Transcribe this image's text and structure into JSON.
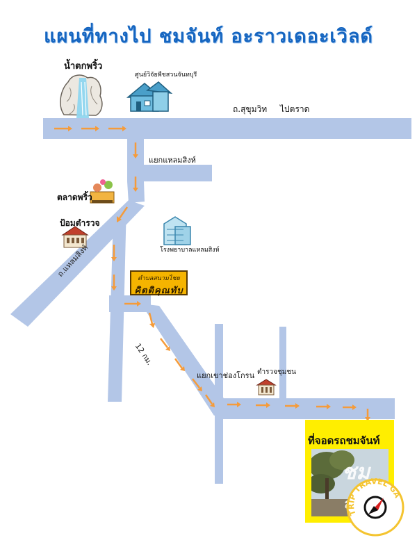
{
  "title": "แผนที่ทางไป ชมจันท์ อะราวเดอะเวิลด์",
  "landmarks": {
    "waterfall": "น้ำตกพริ้ว",
    "study_center": "ศูนย์วิจัยพืชสวนจันทบุรี",
    "market": "ตลาดพริ้ว",
    "police_box": "ป้อมตำรวจ",
    "hospital": "โรงพยาบาลแหลมสิงห์",
    "police_station": "ตำรวจชุมชน"
  },
  "roads": {
    "sukhumvit": "ถ.สุขุมวิท",
    "to_trat": "ไปตราด",
    "laem_sing_junction": "แยกแหลมสิงห์",
    "laem_sing_road": "ถ.แหลมสิงห์",
    "khao_chong_kron_junction": "แยกเขาช่องโกรน",
    "distance": "12 กม."
  },
  "sign": {
    "line1": "ตำบลสนามไชย",
    "line2": "คิตติคุณทับ"
  },
  "parking": {
    "label": "ที่จอดรถชมจันท์",
    "photo_text": "ชมจันท์"
  },
  "logo": {
    "text": "TRIP TRAVEL GANG"
  },
  "colors": {
    "road": "#b3c6e7",
    "arrow": "#f59b3a",
    "title": "#1565c0",
    "parking_bg": "#ffee00"
  }
}
